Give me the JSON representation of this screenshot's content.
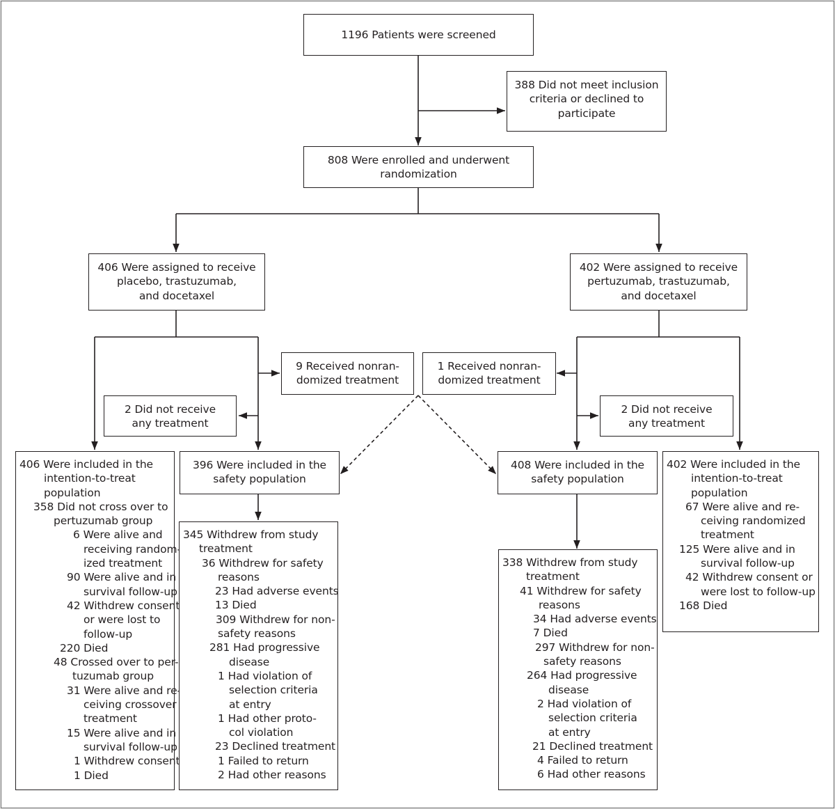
{
  "screened": "1196 Patients were screened",
  "excluded": [
    "388 Did not meet inclusion",
    "criteria or declined to",
    "participate"
  ],
  "randomized": [
    "808 Were enrolled and underwent",
    "randomization"
  ],
  "left_arm": [
    "406 Were assigned to receive",
    "placebo, trastuzumab,",
    "and docetaxel"
  ],
  "right_arm": [
    "402 Were assigned to receive",
    "pertuzumab, trastuzumab,",
    "and docetaxel"
  ],
  "left_nonrand": [
    "9 Received nonran-",
    "domized treatment"
  ],
  "right_nonrand": [
    "1 Received nonran-",
    "domized treatment"
  ],
  "left_no_treatment": [
    "2 Did not receive",
    "any treatment"
  ],
  "right_no_treatment": [
    "2 Did not receive",
    "any treatment"
  ],
  "left_itt": [
    "406 Were included in the",
    "intention-to-treat",
    "population",
    "358 Did not cross over to",
    "pertuzumab group",
    "6 Were alive and",
    "receiving random-",
    "ized treatment",
    "90 Were alive and in",
    "survival follow-up",
    "42 Withdrew consent",
    "or were lost to",
    "follow-up",
    "220 Died",
    "48 Crossed over to per-",
    "tuzumab group",
    "31 Were alive and re-",
    "ceiving crossover",
    "treatment",
    "15 Were alive and in",
    "survival follow-up",
    "1 Withdrew consent",
    "1 Died"
  ],
  "left_safety": [
    "396 Were included in the",
    "safety population"
  ],
  "right_safety": [
    "408 Were included in the",
    "safety population"
  ],
  "right_itt": [
    "402 Were included in the",
    "intention-to-treat",
    "population",
    "67 Were alive and re-",
    "ceiving randomized",
    "treatment",
    "125 Were alive and in",
    "survival follow-up",
    "42 Withdrew consent or",
    "were lost to follow-up",
    "168 Died"
  ],
  "left_withdrew": [
    "345 Withdrew from study",
    "treatment",
    "36 Withdrew for safety",
    "reasons",
    "23 Had adverse events",
    "13 Died",
    "309 Withdrew for non-",
    "safety reasons",
    "281 Had progressive",
    "disease",
    "1 Had violation of",
    "selection criteria",
    "at entry",
    "1 Had other proto-",
    "col violation",
    "23 Declined treatment",
    "1 Failed to return",
    "2 Had other reasons"
  ],
  "right_withdrew": [
    "338 Withdrew from study",
    "treatment",
    "41 Withdrew for safety",
    "reasons",
    "34 Had adverse events",
    "7 Died",
    "297 Withdrew for non-",
    "safety reasons",
    "264 Had progressive",
    "disease",
    "2 Had violation of",
    "selection criteria",
    "at entry",
    "21 Declined treatment",
    "4 Failed to return",
    "6 Had other reasons"
  ]
}
